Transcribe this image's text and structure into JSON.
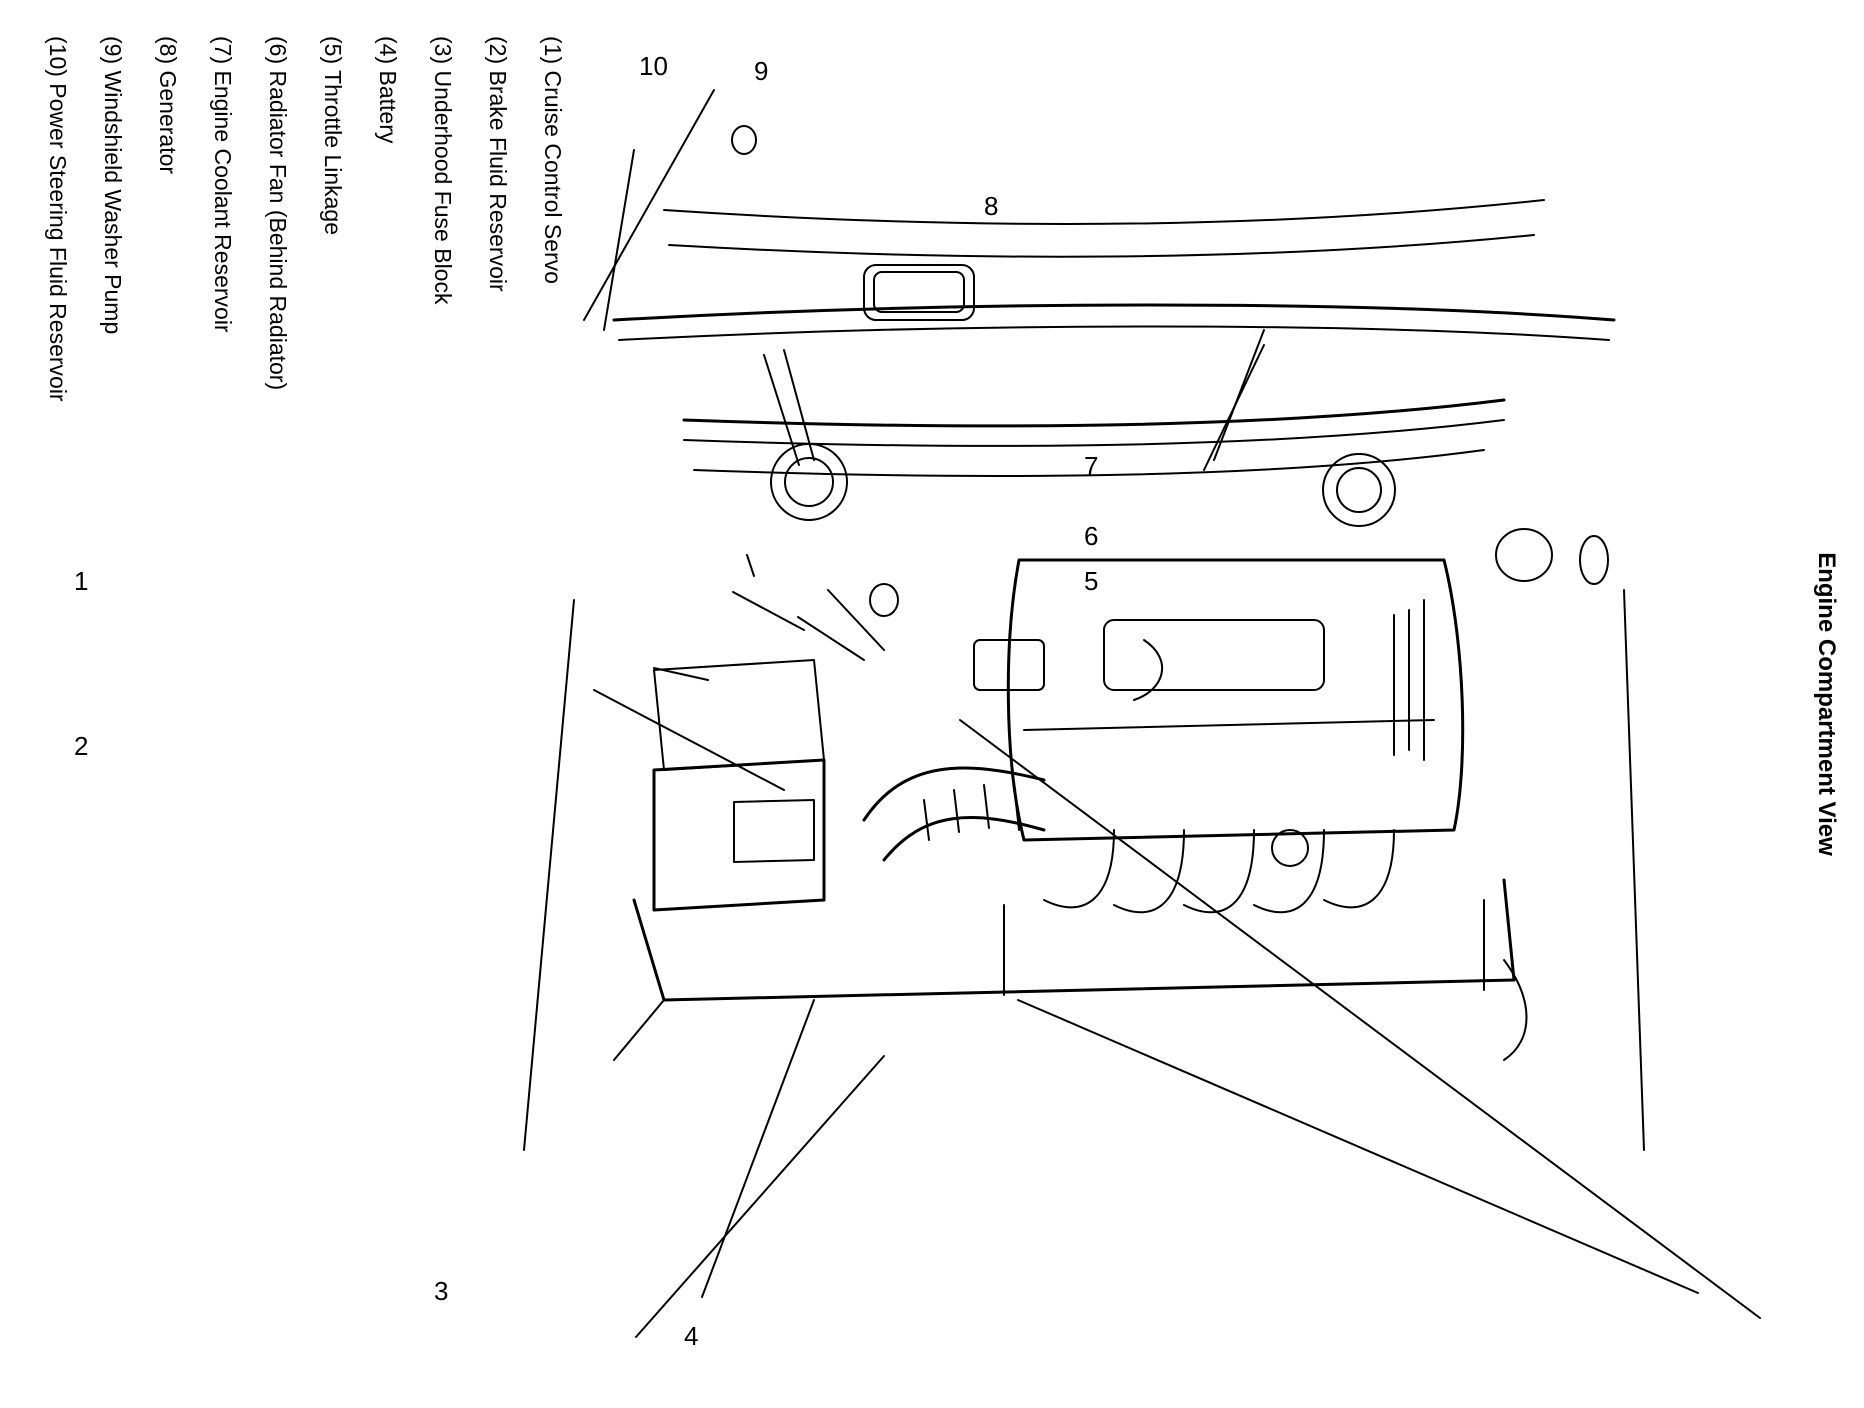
{
  "title": "Engine Compartment View",
  "callouts": [
    "1",
    "2",
    "3",
    "4",
    "5",
    "6",
    "7",
    "8",
    "9",
    "10"
  ],
  "legend": [
    "(1) Cruise Control Servo",
    "(2) Brake Fluid Reservoir",
    "(3) Underhood Fuse Block",
    "(4) Battery",
    "(5) Throttle Linkage",
    "(6) Radiator Fan (Behind Radiator)",
    "(7) Engine Coolant Reservoir",
    "(8) Generator",
    "(9) Windshield Washer Pump",
    "(10) Power Steering Fluid Reservoir"
  ]
}
